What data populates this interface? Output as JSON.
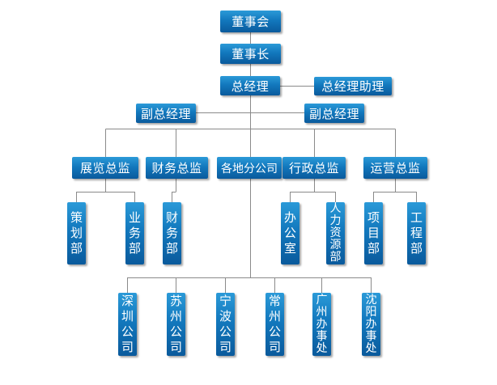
{
  "nodes": {
    "board": "董事会",
    "chairman": "董事长",
    "gm": "总经理",
    "gm_assistant": "总经理助理",
    "vp_left": "副总经理",
    "vp_right": "副总经理",
    "dir_exhibition": "展览总监",
    "dir_finance": "财务总监",
    "branches": "各地分公司",
    "dir_admin": "行政总监",
    "dir_operations": "运营总监",
    "dept_planning": "策划部",
    "dept_business": "业务部",
    "dept_finance": "财务部",
    "dept_office": "办公室",
    "dept_hr": "人力资源部",
    "dept_project": "项目部",
    "dept_engineering": "工程部",
    "branch_shenzhen": "深圳公司",
    "branch_suzhou": "苏州公司",
    "branch_ningbo": "宁波公司",
    "branch_changzhou": "常州公司",
    "branch_guangzhou": "广州办事处",
    "branch_shenyang": "沈阳办事处"
  },
  "colors": {
    "box_top": "#2b9ad8",
    "box_bottom": "#0a5a9c",
    "line": "#8a8a8a",
    "text": "#ffffff"
  }
}
